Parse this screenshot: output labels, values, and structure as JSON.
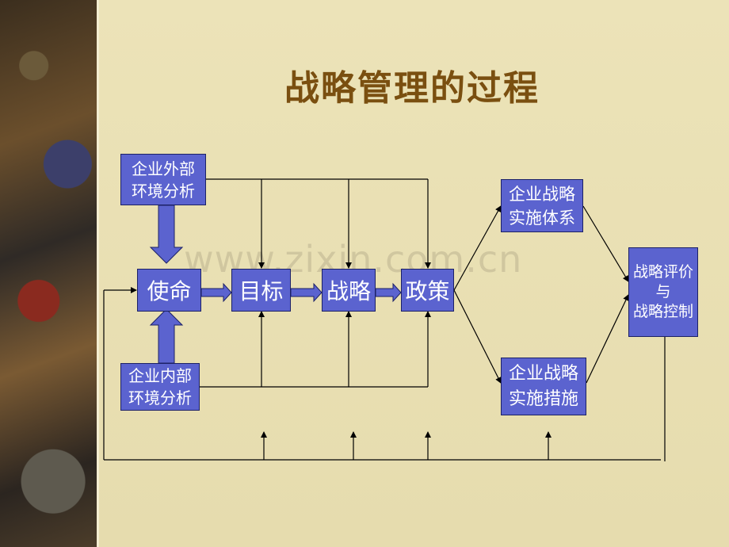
{
  "title": "战略管理的过程",
  "watermark": "www.zixin.com.cn",
  "boxes": {
    "external_analysis": "企业外部\n环境分析",
    "internal_analysis": "企业内部\n环境分析",
    "mission": "使命",
    "objectives": "目标",
    "strategy": "战略",
    "policy": "政策",
    "implementation_system": "企业战略\n实施体系",
    "implementation_measures": "企业战略\n实施措施",
    "evaluation_control": "战略评价\n与\n战略控制"
  },
  "colors": {
    "box_fill": "#5b63cf",
    "box_border": "#1c2166",
    "title": "#7a4f10",
    "line": "#000000"
  }
}
